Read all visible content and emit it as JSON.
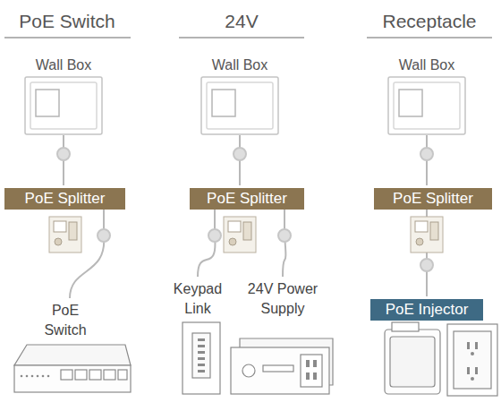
{
  "diagram": {
    "nodes": [
      {
        "text": [
          "Wall Box"
        ]
      },
      {
        "text": [
          "PoE Splitter"
        ]
      },
      {
        "text": [
          "PoE Switch"
        ]
      },
      {
        "text": [
          "Wall Box"
        ]
      },
      {
        "text": [
          "PoE Splitter"
        ]
      },
      {
        "text": [
          "Keypad Link"
        ]
      },
      {
        "text": [
          "24V Power Supply"
        ]
      },
      {
        "text": [
          "Wall Box"
        ]
      },
      {
        "text": [
          "PoE Splitter"
        ]
      },
      {
        "text": [
          "PoE Injector"
        ]
      }
    ],
    "edges": [
      {
        "from": 0,
        "to": 1,
        "arrow": "none"
      },
      {
        "from": 1,
        "to": 2,
        "arrow": "none"
      },
      {
        "from": 3,
        "to": 4,
        "arrow": "none"
      },
      {
        "from": 4,
        "to": 5,
        "arrow": "none"
      },
      {
        "from": 4,
        "to": 6,
        "arrow": "none"
      },
      {
        "from": 7,
        "to": 8,
        "arrow": "none"
      },
      {
        "from": 8,
        "to": 9,
        "arrow": "none"
      }
    ],
    "labels": [
      "PoE Switch",
      "24V",
      "Receptacle"
    ]
  }
}
